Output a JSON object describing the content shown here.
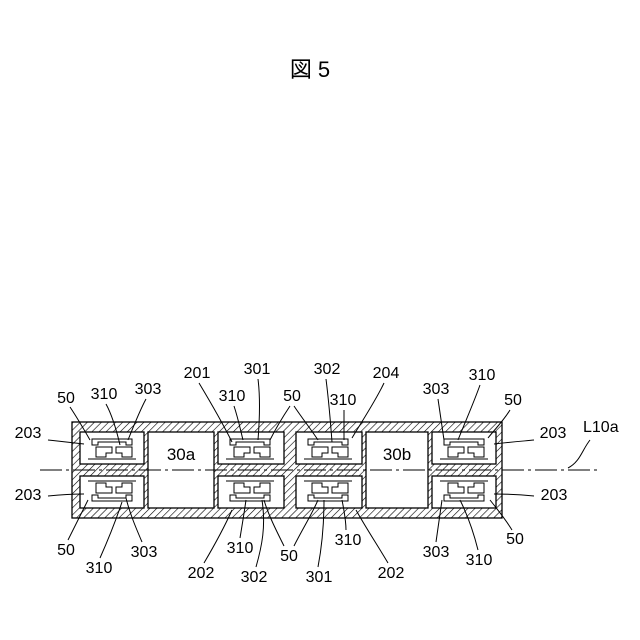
{
  "figure_title": "図 5",
  "block_labels": {
    "left_block": "30a",
    "right_block": "30b"
  },
  "axis_label": "L10a",
  "reference_numerals": {
    "top": [
      "50",
      "310",
      "303",
      "203",
      "201",
      "310",
      "301",
      "50",
      "302",
      "310",
      "204",
      "303",
      "310",
      "50",
      "203"
    ],
    "bottom": [
      "203",
      "50",
      "310",
      "303",
      "202",
      "310",
      "302",
      "50",
      "301",
      "310",
      "202",
      "303",
      "310",
      "50",
      "203"
    ]
  }
}
